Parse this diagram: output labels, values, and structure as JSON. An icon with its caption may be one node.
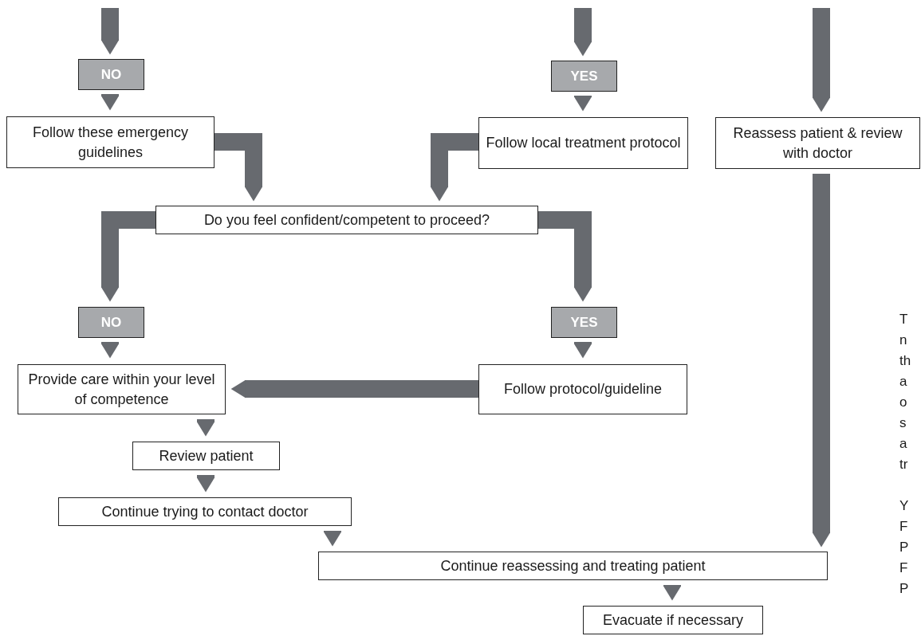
{
  "diagram": {
    "nodes": [
      {
        "text": [
          "NO"
        ]
      },
      {
        "text": [
          "YES"
        ]
      },
      {
        "text": [
          "Follow these emergency guidelines"
        ]
      },
      {
        "text": [
          "Follow local treatment protocol"
        ]
      },
      {
        "text": [
          "Reassess patient & review with doctor"
        ]
      },
      {
        "text": [
          "Do you feel confident/competent to proceed?"
        ]
      },
      {
        "text": [
          "NO"
        ]
      },
      {
        "text": [
          "YES"
        ]
      },
      {
        "text": [
          "Provide care within your level of competence"
        ]
      },
      {
        "text": [
          "Follow protocol/guideline"
        ]
      },
      {
        "text": [
          "Review patient"
        ]
      },
      {
        "text": [
          "Continue trying to contact doctor"
        ]
      },
      {
        "text": [
          "Continue reassessing and treating patient"
        ]
      },
      {
        "text": [
          "Evacuate if necessary"
        ]
      }
    ],
    "edges": [
      {
        "from": null,
        "to": 0,
        "arrow": "to"
      },
      {
        "from": null,
        "to": 1,
        "arrow": "to"
      },
      {
        "from": null,
        "to": 4,
        "arrow": "to"
      },
      {
        "from": 0,
        "to": 2,
        "arrow": "to"
      },
      {
        "from": 1,
        "to": 3,
        "arrow": "to"
      },
      {
        "from": 2,
        "to": 5,
        "arrow": "to"
      },
      {
        "from": 3,
        "to": 5,
        "arrow": "to"
      },
      {
        "from": 5,
        "to": 6,
        "arrow": "to"
      },
      {
        "from": 5,
        "to": 7,
        "arrow": "to"
      },
      {
        "from": 6,
        "to": 8,
        "arrow": "to"
      },
      {
        "from": 7,
        "to": 9,
        "arrow": "to"
      },
      {
        "from": 9,
        "to": 8,
        "arrow": "to"
      },
      {
        "from": 8,
        "to": 10,
        "arrow": "to"
      },
      {
        "from": 10,
        "to": 11,
        "arrow": "to"
      },
      {
        "from": 11,
        "to": 12,
        "arrow": "to"
      },
      {
        "from": 4,
        "to": 12,
        "arrow": "to"
      },
      {
        "from": 12,
        "to": 13,
        "arrow": "to"
      }
    ],
    "labels": [
      "T",
      "n",
      "th",
      "a",
      "o",
      "s",
      "a",
      "tr",
      "Y",
      "F",
      "P",
      "F",
      "P"
    ]
  }
}
